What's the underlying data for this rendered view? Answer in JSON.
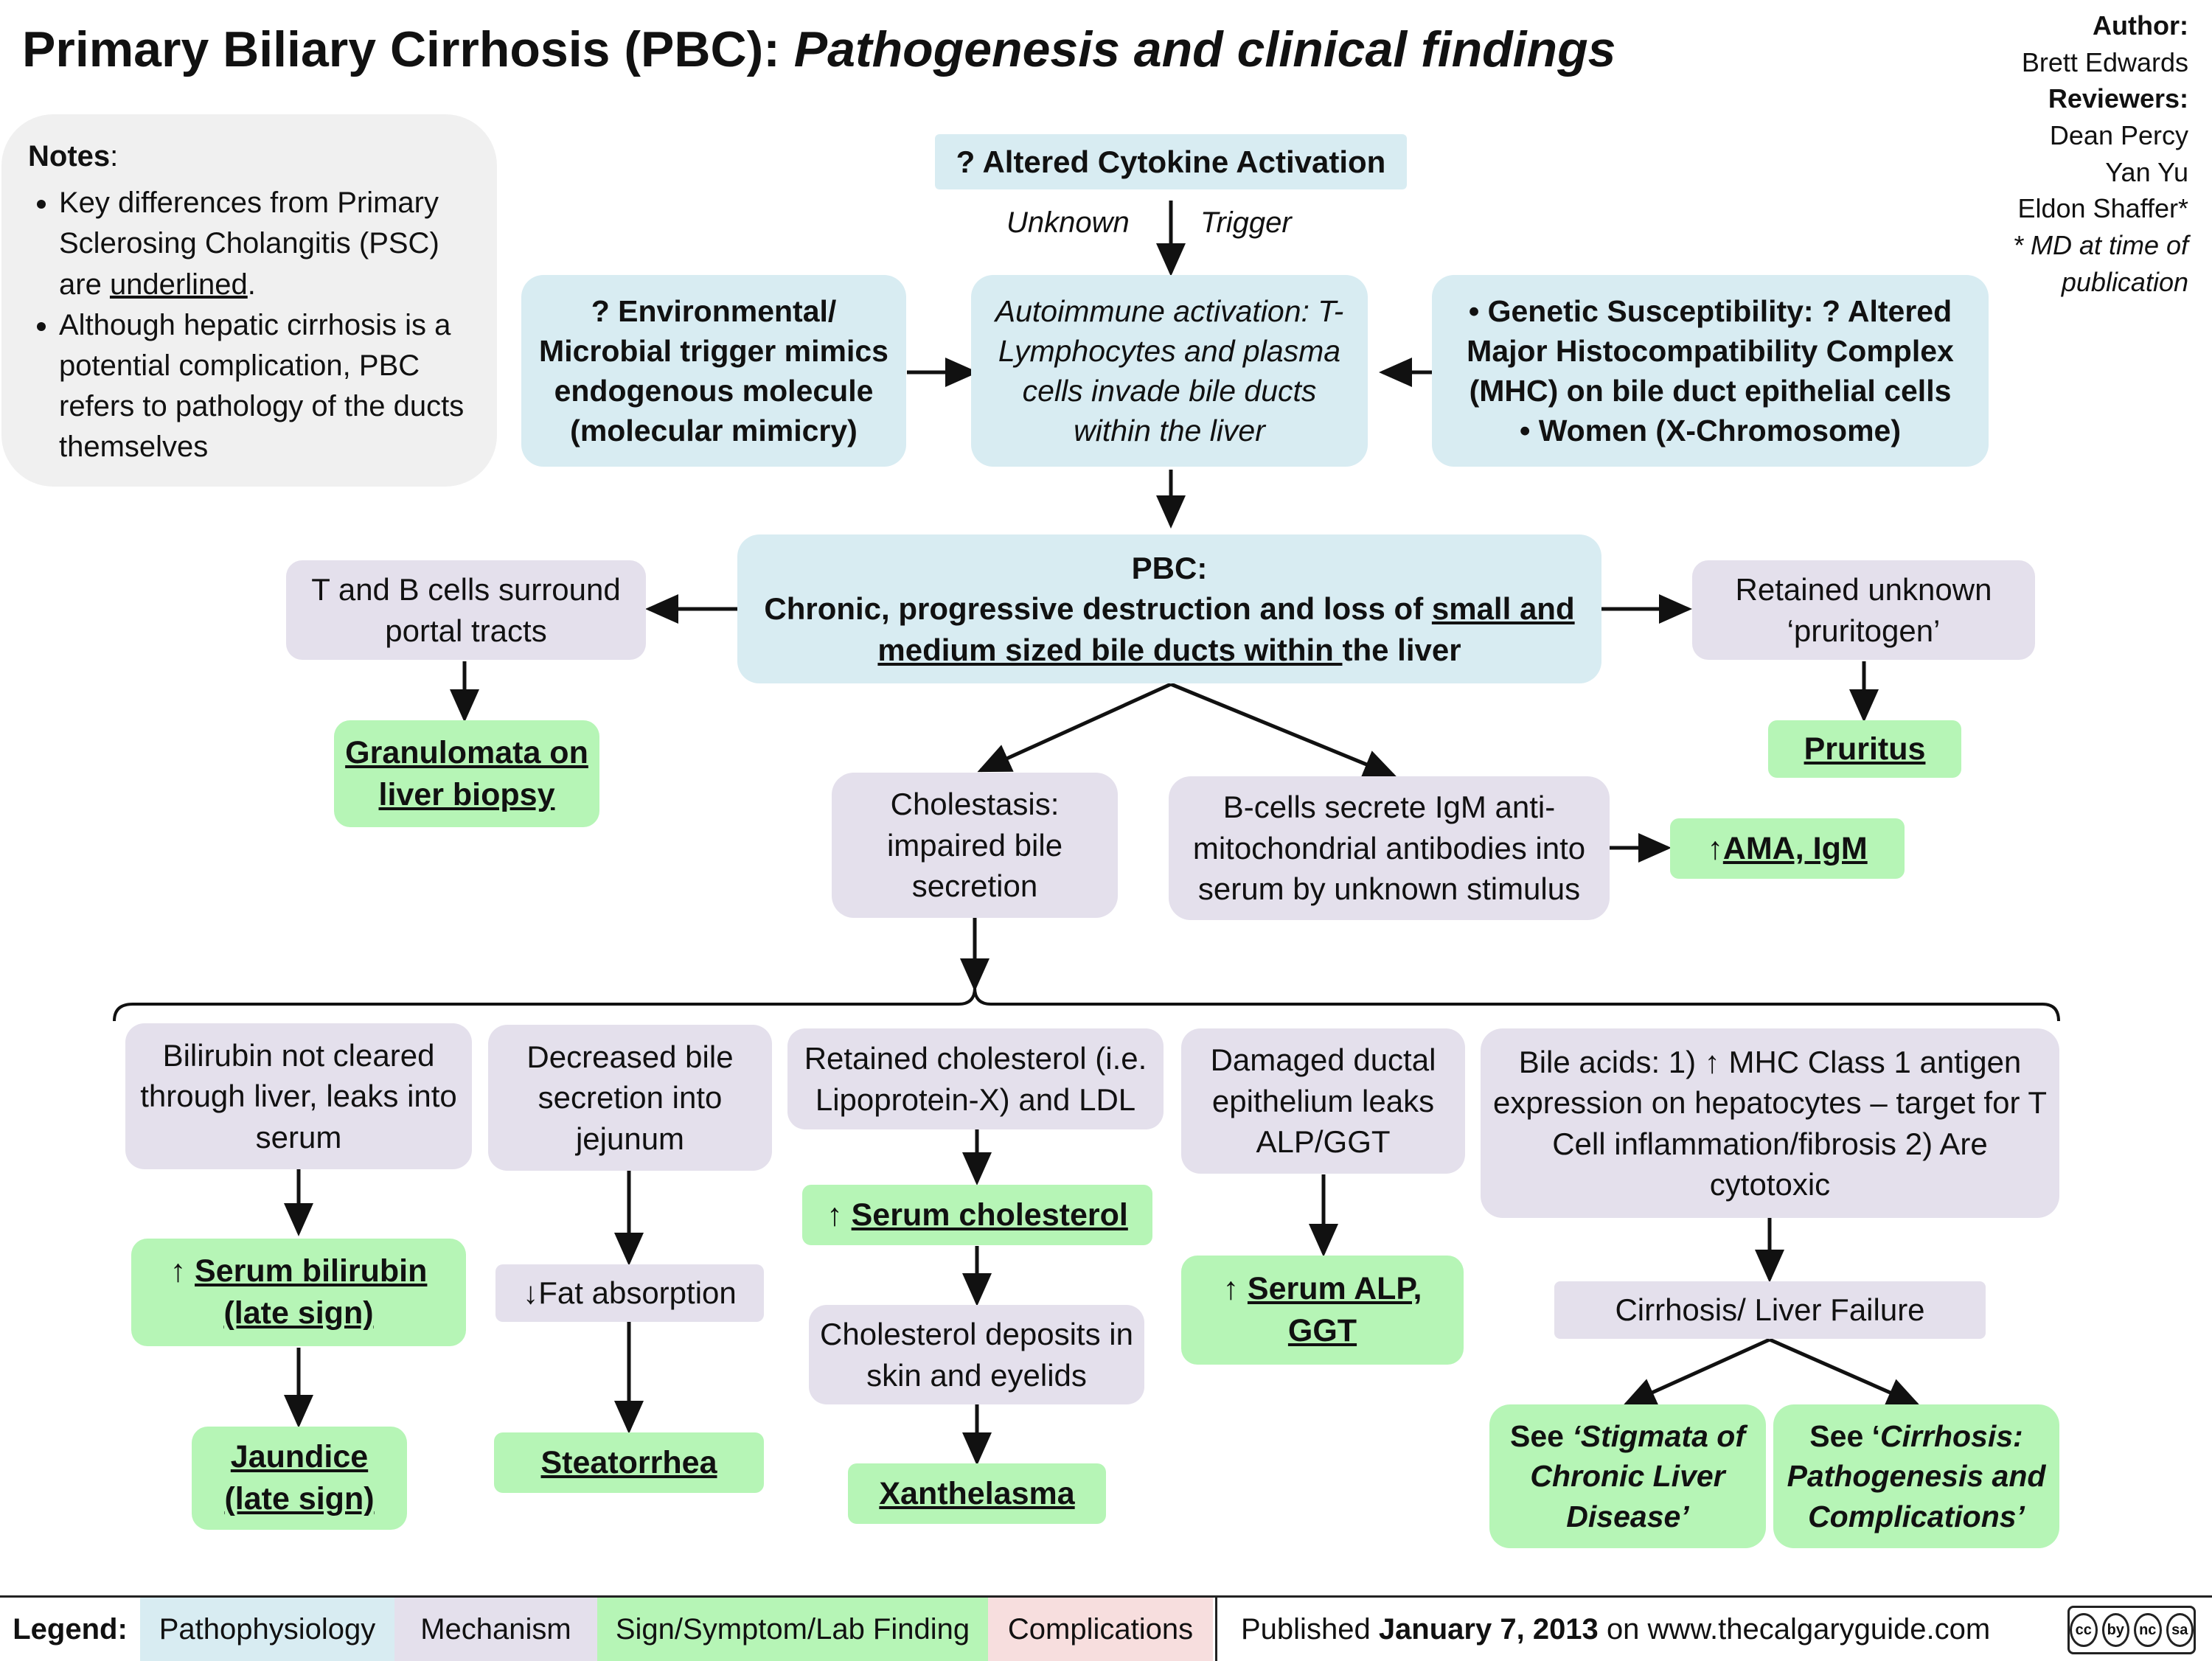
{
  "header": {
    "title_main": "Primary Biliary Cirrhosis (PBC):",
    "title_sub": "Pathogenesis and clinical findings"
  },
  "credits": {
    "author_label": "Author:",
    "author": "Brett Edwards",
    "reviewers_label": "Reviewers:",
    "reviewers": [
      "Dean Percy",
      "Yan Yu",
      "Eldon Shaffer*"
    ],
    "footnote": "* MD at time of publication"
  },
  "notes": {
    "heading": "Notes",
    "item1_prefix": "Key differences from Primary Sclerosing Cholangitis (PSC) are ",
    "item1_underlined": "underlined",
    "item1_suffix": ".",
    "item2": "Although hepatic cirrhosis is a potential complication, PBC refers to pathology of the ducts themselves"
  },
  "nodes": {
    "cytokine": "? Altered Cytokine Activation",
    "unknown": "Unknown",
    "trigger": "Trigger",
    "environmental": "? Environmental/ Microbial trigger mimics endogenous molecule (molecular mimicry)",
    "autoimmune": "Autoimmune activation: T-Lymphocytes and plasma cells invade bile ducts within the liver",
    "genetic_line1": "• Genetic Susceptibility: ? Altered Major Histocompatibility Complex (MHC)  on bile duct epithelial cells",
    "genetic_line2": "• Women (X-Chromosome)",
    "pbc_label": "PBC:",
    "pbc_text_a": "Chronic, progressive destruction and loss of ",
    "pbc_text_b": "small and medium sized bile ducts within ",
    "pbc_text_c": "the liver",
    "tb_cells": "T and B cells surround portal tracts",
    "granulomata": "Granulomata on liver biopsy",
    "pruritogen": "Retained unknown ‘pruritogen’",
    "pruritus": "Pruritus",
    "cholestasis": "Cholestasis: impaired bile secretion",
    "bcells": "B-cells secrete IgM anti-mitochondrial antibodies into serum by unknown stimulus",
    "ama": "AMA, IgM",
    "bilirubin": "Bilirubin not cleared through liver, leaks into serum",
    "serum_bilirubin": "Serum bilirubin (late sign)",
    "jaundice": "Jaundice (late sign)",
    "decreased_bile": "Decreased bile secretion into jejunum",
    "fat_absorption": "Fat absorption",
    "steatorrhea": "Steatorrhea",
    "retained_chol": "Retained cholesterol (i.e. Lipoprotein-X) and LDL",
    "serum_chol": "Serum cholesterol",
    "chol_deposits": "Cholesterol deposits in skin and eyelids",
    "xanthelasma": "Xanthelasma",
    "damaged_ductal": "Damaged ductal epithelium leaks ALP/GGT",
    "serum_alp": "Serum ALP, GGT",
    "bile_acids": "Bile acids: 1) ↑ MHC Class 1 antigen expression on hepatocytes – target for T Cell inflammation/fibrosis 2) Are cytotoxic",
    "cirrhosis": "Cirrhosis/ Liver Failure",
    "stigmata_a": "See ",
    "stigmata_b": "‘Stigmata of Chronic Liver Disease’",
    "cirrhosis_ref_a": "See ‘",
    "cirrhosis_ref_b": "Cirrhosis: Pathogenesis and Complications’"
  },
  "symbols": {
    "up_arrow": "↑",
    "down_arrow": "↓"
  },
  "legend": {
    "label": "Legend:",
    "items": [
      {
        "text": "Pathophysiology",
        "color": "#d8ecf2"
      },
      {
        "text": "Mechanism",
        "color": "#e4e0ec"
      },
      {
        "text": "Sign/Symptom/Lab Finding",
        "color": "#b6f5b6"
      },
      {
        "text": "Complications",
        "color": "#f7dede"
      }
    ],
    "published_prefix": "Published ",
    "published_date": "January 7, 2013",
    "published_suffix": " on www.thecalgaryguide.com",
    "license_icons": [
      "cc",
      "by",
      "nc",
      "sa"
    ]
  },
  "colors": {
    "pathophysiology": "#d8ecf2",
    "mechanism": "#e4e0ec",
    "sign": "#b6f5b6",
    "complications": "#f7dede",
    "notes": "#f0f0f0"
  }
}
